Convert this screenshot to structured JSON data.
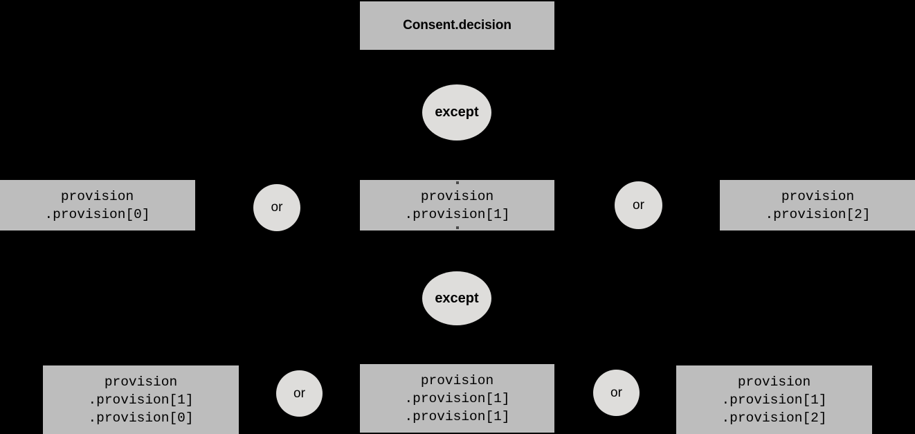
{
  "diagram": {
    "background_color": "#000000",
    "box_fill": "#bdbdbd",
    "ellipse_fill": "#dedddb",
    "text_color": "#000000",
    "root": {
      "label": "Consent.decision"
    },
    "operators": {
      "except_1": "except",
      "except_2": "except",
      "or_mid_left": "or",
      "or_mid_right": "or",
      "or_bottom_left": "or",
      "or_bottom_right": "or"
    },
    "level2": [
      {
        "lines": [
          "provision",
          ".provision[0]"
        ]
      },
      {
        "lines": [
          "provision",
          ".provision[1]"
        ]
      },
      {
        "lines": [
          "provision",
          ".provision[2]"
        ]
      }
    ],
    "level3": [
      {
        "lines": [
          "provision",
          ".provision[1]",
          ".provision[0]"
        ]
      },
      {
        "lines": [
          "provision",
          ".provision[1]",
          ".provision[1]"
        ]
      },
      {
        "lines": [
          "provision",
          ".provision[1]",
          ".provision[2]"
        ]
      }
    ]
  }
}
